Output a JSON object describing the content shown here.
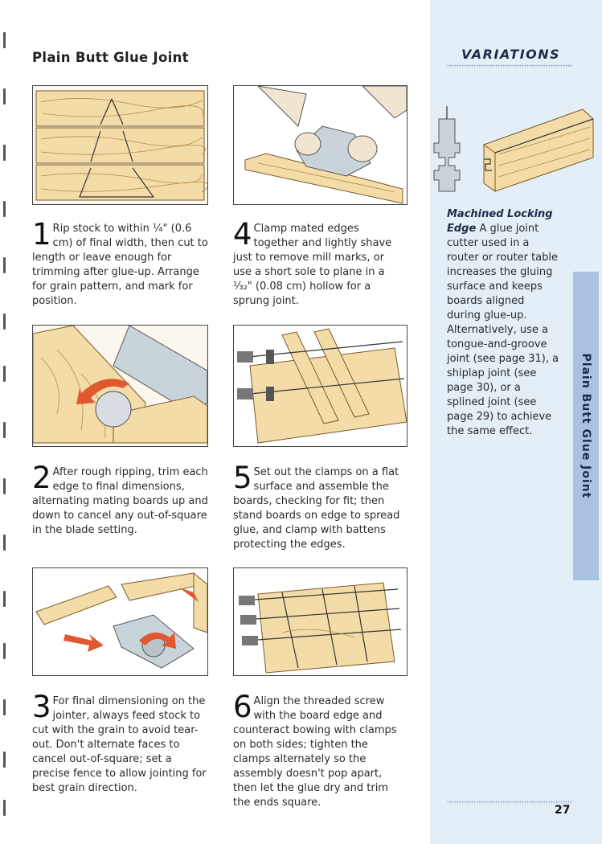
{
  "header": {
    "title": "Plain Butt Glue Joint"
  },
  "sidebar": {
    "title": "VARIATIONS",
    "variation_heading": "Machined Locking Edge",
    "variation_text": "A glue joint cutter used in a router or router table increases the gluing surface and keeps boards aligned during glue-up. Alternatively, use a tongue-and-groove joint (see page 31), a shiplap joint (see page 30), or a splined joint (see page 29) to achieve the same effect.",
    "tab_label": "Plain Butt Glue Joint"
  },
  "steps": [
    {
      "number": "1",
      "text": "Rip stock to within ¼\" (0.6 cm) of final width, then cut to length or leave enough for trimming after glue-up. Arrange for grain pattern, and mark for position."
    },
    {
      "number": "2",
      "text": "After rough ripping, trim each edge to final dimensions, alternating mating boards up and down to cancel any out-of-square in the blade setting."
    },
    {
      "number": "3",
      "text": "For final dimensioning on the jointer, always feed stock to cut with the grain to avoid tear-out. Don't alternate faces to cancel out-of-square; set a precise fence to allow jointing for best grain direction."
    },
    {
      "number": "4",
      "text": "Clamp mated edges together and lightly shave just to remove mill marks, or use a short sole to plane in a ⅓₂\" (0.08 cm) hollow for a sprung joint."
    },
    {
      "number": "5",
      "text": "Set out the clamps on a flat surface and assemble the boards, checking for fit; then stand boards on edge to spread glue, and clamp with battens protecting the edges."
    },
    {
      "number": "6",
      "text": "Align the threaded screw with the board edge and counteract bowing with clamps on both sides; tighten the clamps alternately so the assembly doesn't pop apart, then let the glue dry and trim the ends square."
    }
  ],
  "footer": {
    "page_number": "27"
  },
  "colors": {
    "sidebar_bg": "#e4eef7",
    "tab_bg": "#a9c2e2",
    "accent_arrow": "#e0582f",
    "heading_navy": "#1d2b4a"
  }
}
